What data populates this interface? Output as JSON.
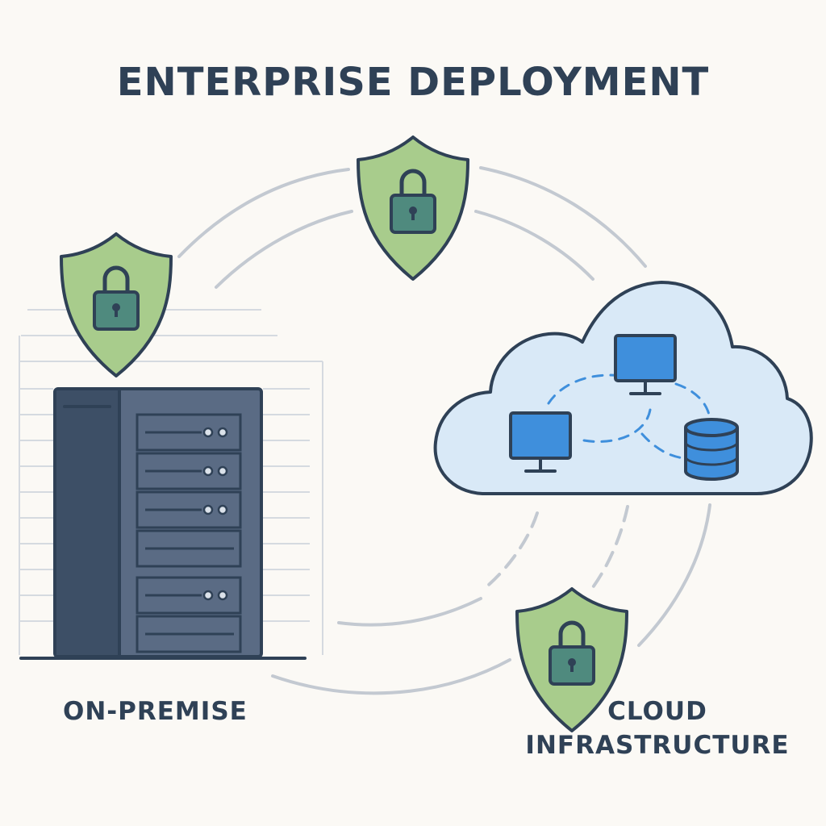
{
  "title": "ENTERPRISE DEPLOYMENT",
  "on_premise": {
    "label": "ON-PREMISE"
  },
  "cloud": {
    "label_line1": "CLOUD",
    "label_line2": "INFRASTRUCTURE"
  },
  "icons": {
    "shield": "shield-lock-icon",
    "server": "server-rack-icon",
    "cloud": "cloud-icon",
    "monitor": "monitor-icon",
    "database": "database-icon"
  },
  "colors": {
    "background": "#fbf9f5",
    "outline": "#2f4156",
    "shield_fill": "#a8cc8c",
    "lock_fill": "#4f8a7e",
    "server_dark": "#3d4f66",
    "server_body": "#5a6b84",
    "cloud_fill": "#d9e9f7",
    "device_blue": "#3f8fdc",
    "connector_gray": "#c3c9d1"
  }
}
